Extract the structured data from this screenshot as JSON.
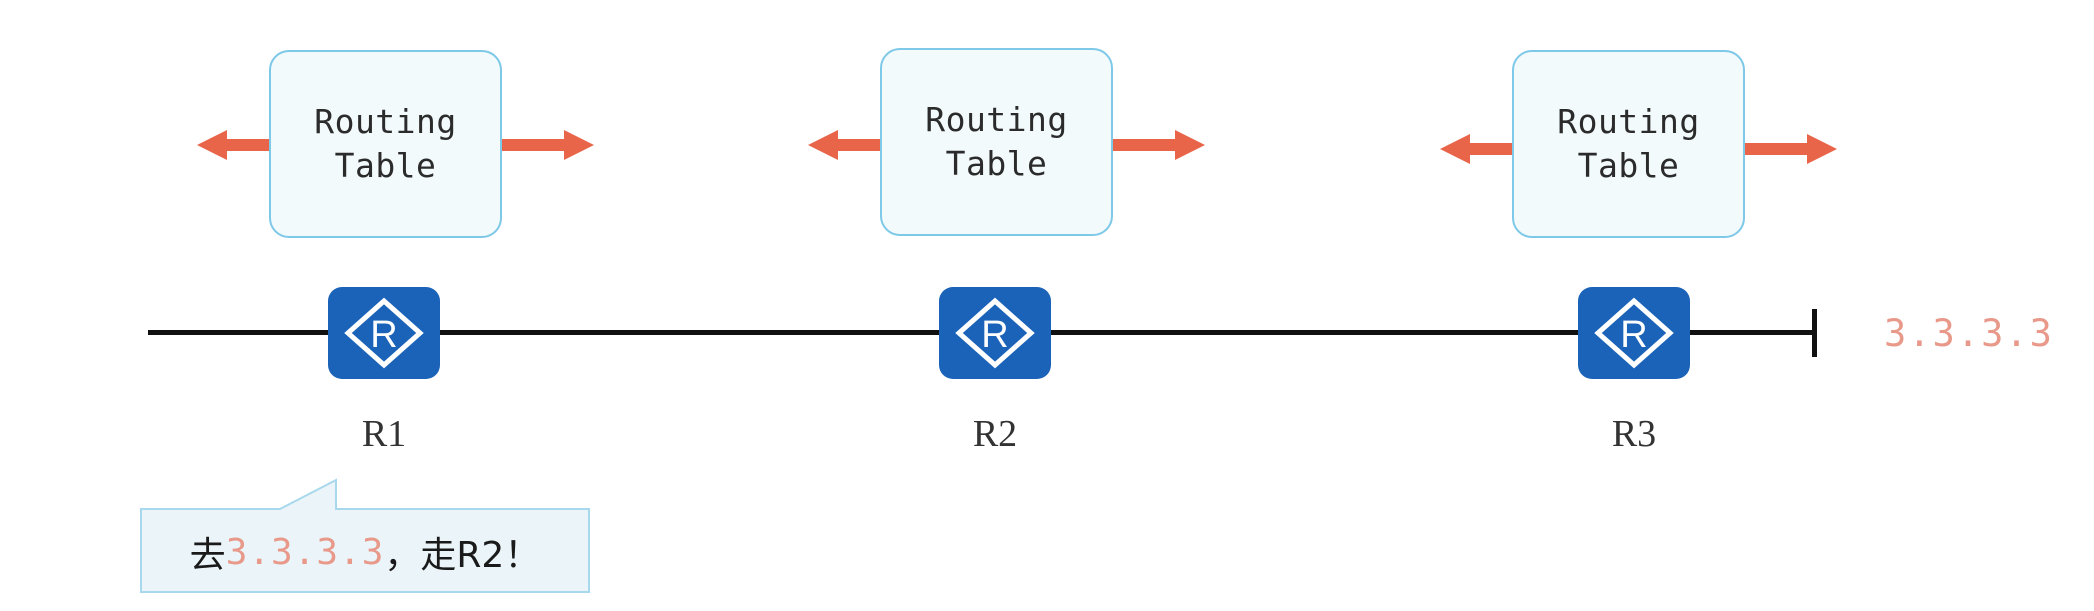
{
  "diagram": {
    "title": "Router routing table forwarding diagram",
    "background_color": "#ffffff",
    "colors": {
      "router_blue": "#1a63b8",
      "arrow_coral": "#e8654a",
      "ip_salmon": "#e8998a",
      "box_border": "#7ec8e8",
      "box_fill": "#f2fafc",
      "line_black": "#111111",
      "callout_fill": "#ebf5f9",
      "callout_border": "#a8d8ec"
    }
  },
  "routing_tables": [
    {
      "line1": "Routing",
      "line2": "Table",
      "left_arrow": "arrow-left-icon",
      "right_arrow": "arrow-right-icon"
    },
    {
      "line1": "Routing",
      "line2": "Table",
      "left_arrow": "arrow-left-icon",
      "right_arrow": "arrow-right-icon"
    },
    {
      "line1": "Routing",
      "line2": "Table",
      "left_arrow": "arrow-left-icon",
      "right_arrow": "arrow-right-icon"
    }
  ],
  "routers": [
    {
      "label": "R1",
      "icon": "router-icon",
      "glyph": "R"
    },
    {
      "label": "R2",
      "icon": "router-icon",
      "glyph": "R"
    },
    {
      "label": "R3",
      "icon": "router-icon",
      "glyph": "R"
    }
  ],
  "destination": {
    "ip": "3.3.3.3"
  },
  "callout": {
    "prefix": "去",
    "ip": "3.3.3.3",
    "suffix": "，走R2！",
    "full_text": "去3.3.3.3，走R2！"
  }
}
